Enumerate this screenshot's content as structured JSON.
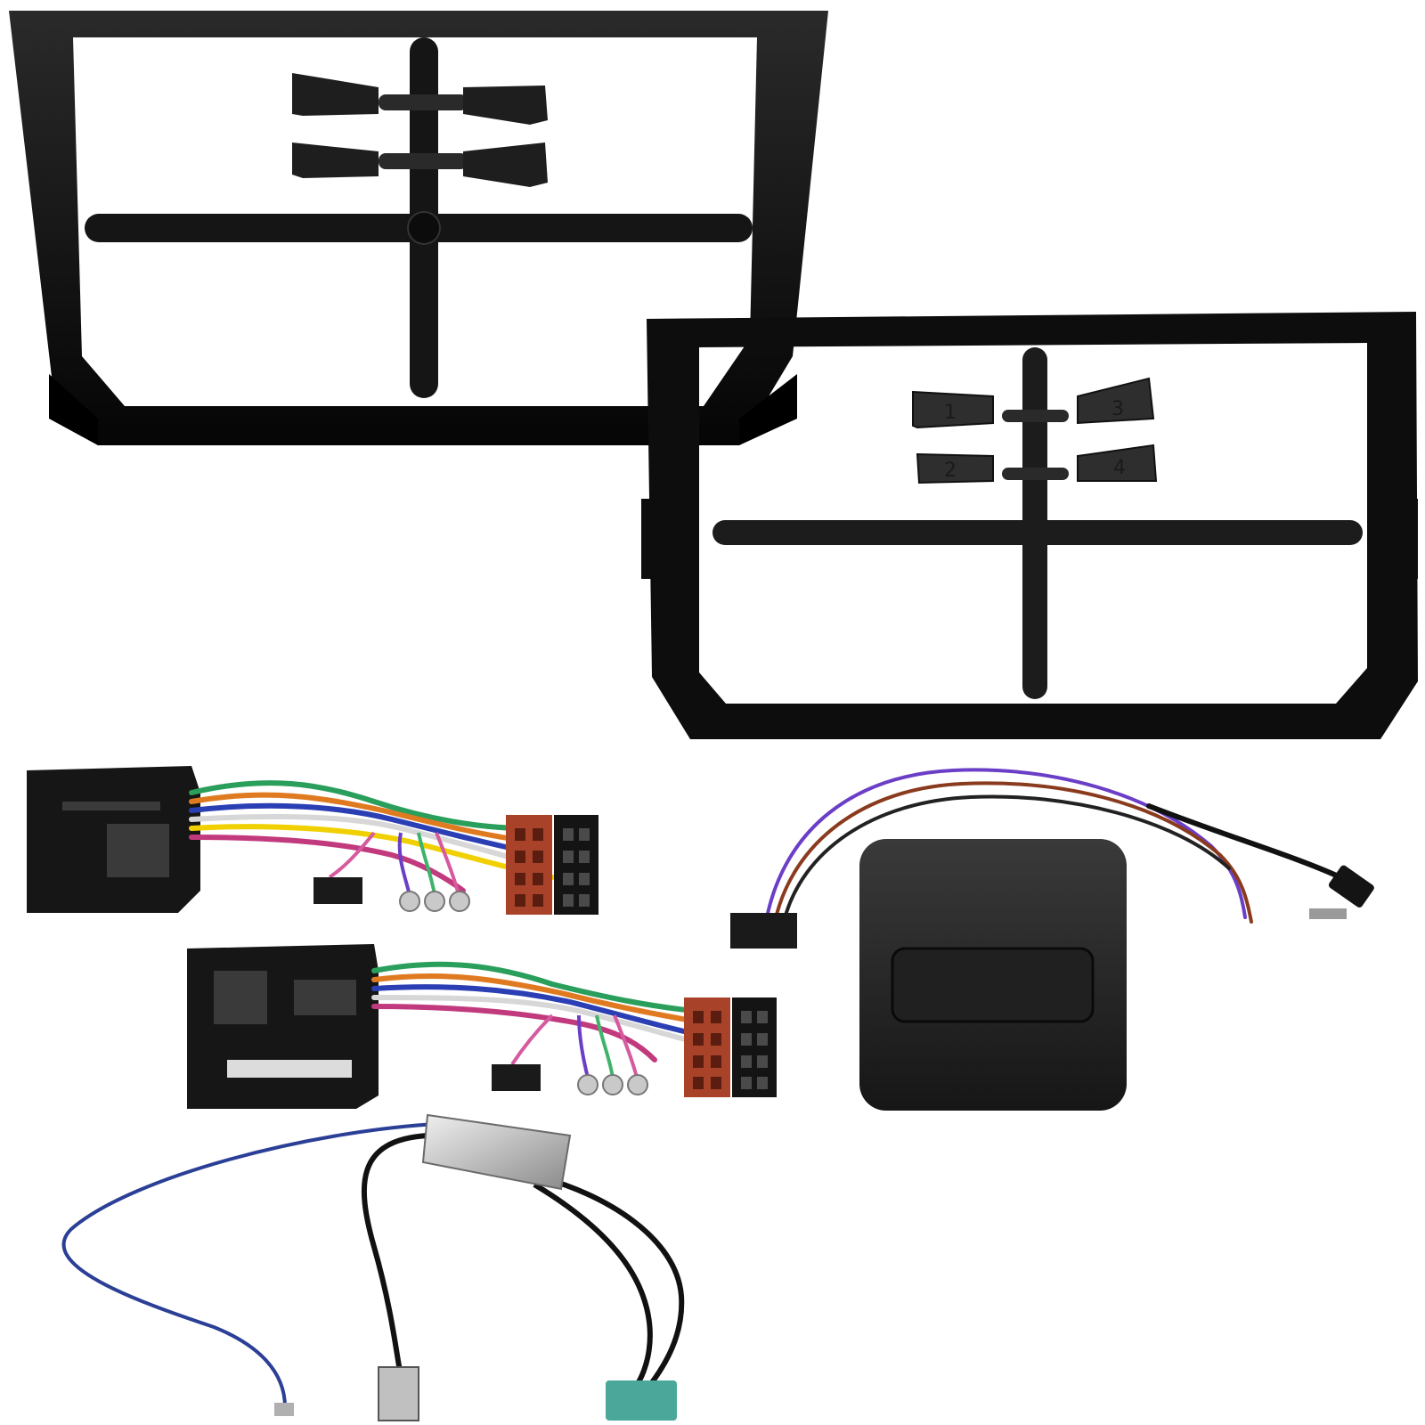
{
  "clip_numbers": [
    "1",
    "2",
    "3",
    "4"
  ],
  "colors": {
    "background": "#ffffff",
    "plastic_black": "#111111",
    "iso_red_connector": "#a8432a",
    "fakra_connector": "#4aa79a",
    "antenna_blue_wire": "#2b3f96",
    "metal_housing": "#c9c9c9"
  },
  "items": [
    "front-fascia-panel",
    "rear-mounting-cage",
    "wiring-harness-upper",
    "wiring-harness-lower",
    "steering-control-interface",
    "antenna-adapter"
  ]
}
